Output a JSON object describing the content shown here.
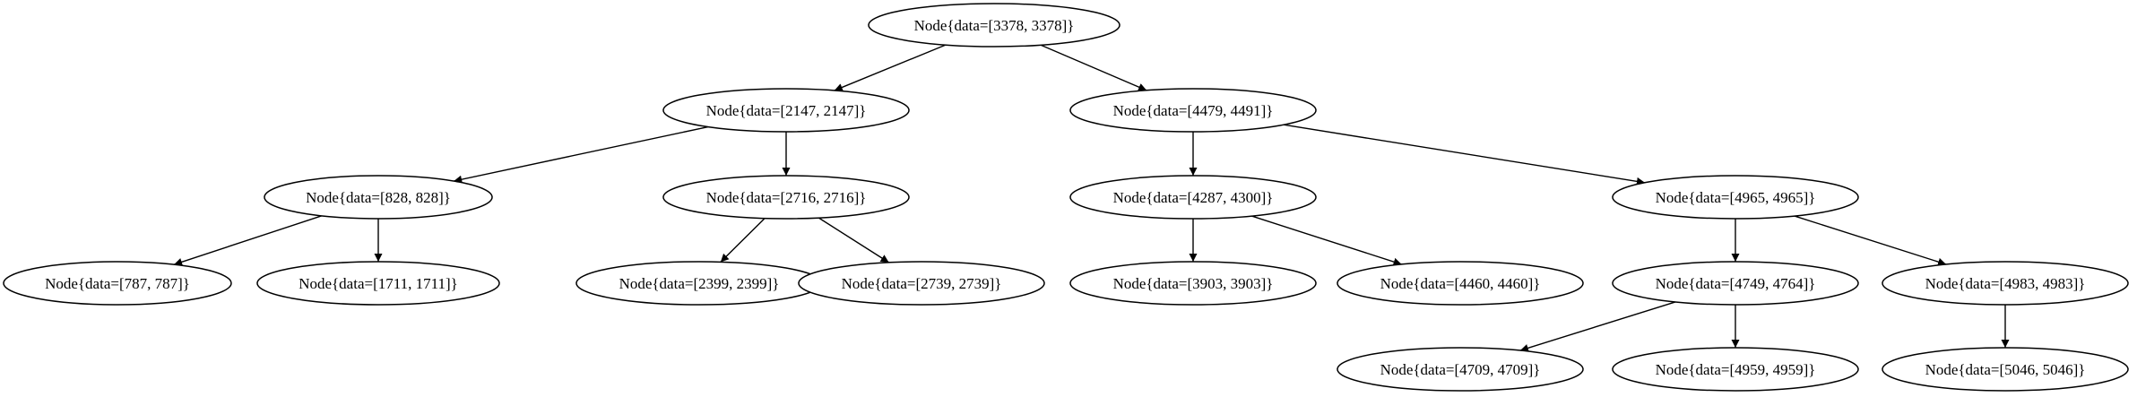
{
  "nodes": [
    {
      "id": "n3378",
      "label": "Node{data=[3378, 3378]}"
    },
    {
      "id": "n2147",
      "label": "Node{data=[2147, 2147]}"
    },
    {
      "id": "n4479",
      "label": "Node{data=[4479, 4491]}"
    },
    {
      "id": "n828",
      "label": "Node{data=[828, 828]}"
    },
    {
      "id": "n2716",
      "label": "Node{data=[2716, 2716]}"
    },
    {
      "id": "n4287",
      "label": "Node{data=[4287, 4300]}"
    },
    {
      "id": "n4965",
      "label": "Node{data=[4965, 4965]}"
    },
    {
      "id": "n787",
      "label": "Node{data=[787, 787]}"
    },
    {
      "id": "n1711",
      "label": "Node{data=[1711, 1711]}"
    },
    {
      "id": "n2399",
      "label": "Node{data=[2399, 2399]}"
    },
    {
      "id": "n2739",
      "label": "Node{data=[2739, 2739]}"
    },
    {
      "id": "n3903",
      "label": "Node{data=[3903, 3903]}"
    },
    {
      "id": "n4460",
      "label": "Node{data=[4460, 4460]}"
    },
    {
      "id": "n4749",
      "label": "Node{data=[4749, 4764]}"
    },
    {
      "id": "n4983",
      "label": "Node{data=[4983, 4983]}"
    },
    {
      "id": "n4709",
      "label": "Node{data=[4709, 4709]}"
    },
    {
      "id": "n4959",
      "label": "Node{data=[4959, 4959]}"
    },
    {
      "id": "n5046",
      "label": "Node{data=[5046, 5046]}"
    }
  ],
  "edges": [
    [
      "n3378",
      "n2147"
    ],
    [
      "n3378",
      "n4479"
    ],
    [
      "n2147",
      "n828"
    ],
    [
      "n2147",
      "n2716"
    ],
    [
      "n4479",
      "n4287"
    ],
    [
      "n4479",
      "n4965"
    ],
    [
      "n828",
      "n787"
    ],
    [
      "n828",
      "n1711"
    ],
    [
      "n2716",
      "n2399"
    ],
    [
      "n2716",
      "n2739"
    ],
    [
      "n4287",
      "n3903"
    ],
    [
      "n4287",
      "n4460"
    ],
    [
      "n4965",
      "n4749"
    ],
    [
      "n4965",
      "n4983"
    ],
    [
      "n4749",
      "n4709"
    ],
    [
      "n4749",
      "n4959"
    ],
    [
      "n4983",
      "n5046"
    ]
  ]
}
